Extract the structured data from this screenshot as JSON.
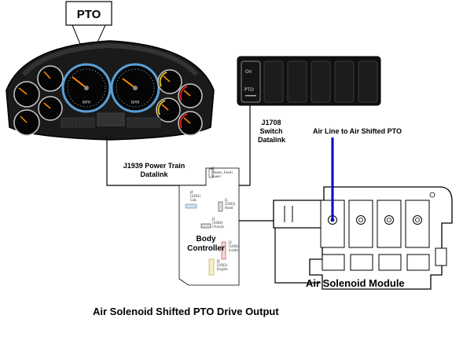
{
  "pto_label": "PTO",
  "switch_panel": {
    "on_label": "On",
    "pto_label": "PTO"
  },
  "gauges": {
    "speedometer_unit": "MPH",
    "tachometer_unit": "RPM"
  },
  "links": {
    "j1939_line1": "J1939 Power Train",
    "j1939_line2": "Datalink",
    "j1708_line1": "J1708",
    "j1708_line2": "Switch",
    "j1708_line3": "Datalink"
  },
  "body_controller": {
    "label_line1": "Body",
    "label_line2": "Controller",
    "connectors": [
      {
        "id": "j6",
        "text1": "J6",
        "text2": "(Power_Feed)",
        "text3": "Power"
      },
      {
        "id": "j4",
        "text1": "J4",
        "text2": "(1601)",
        "text3": "Cab"
      },
      {
        "id": "j1",
        "text1": "J1",
        "text2": "(1603)",
        "text3": "Hood"
      },
      {
        "id": "j2",
        "text1": "J2",
        "text2": "(1604)",
        "text3": "Chassis"
      },
      {
        "id": "j3",
        "text1": "J3",
        "text2": "(1600)",
        "text3": "Inside"
      },
      {
        "id": "j5",
        "text1": "J5",
        "text2": "(1602)",
        "text3": "Engine"
      }
    ]
  },
  "air_line_label": "Air Line to Air Shifted PTO",
  "module_label": "Air Solenoid Module",
  "caption": "Air Solenoid Shifted PTO Drive Output",
  "colors": {
    "air_line": "#0000c8",
    "wire": "#000000",
    "cluster_body": "#1a1a1a",
    "gauge_accent": "#5aa0d8"
  }
}
